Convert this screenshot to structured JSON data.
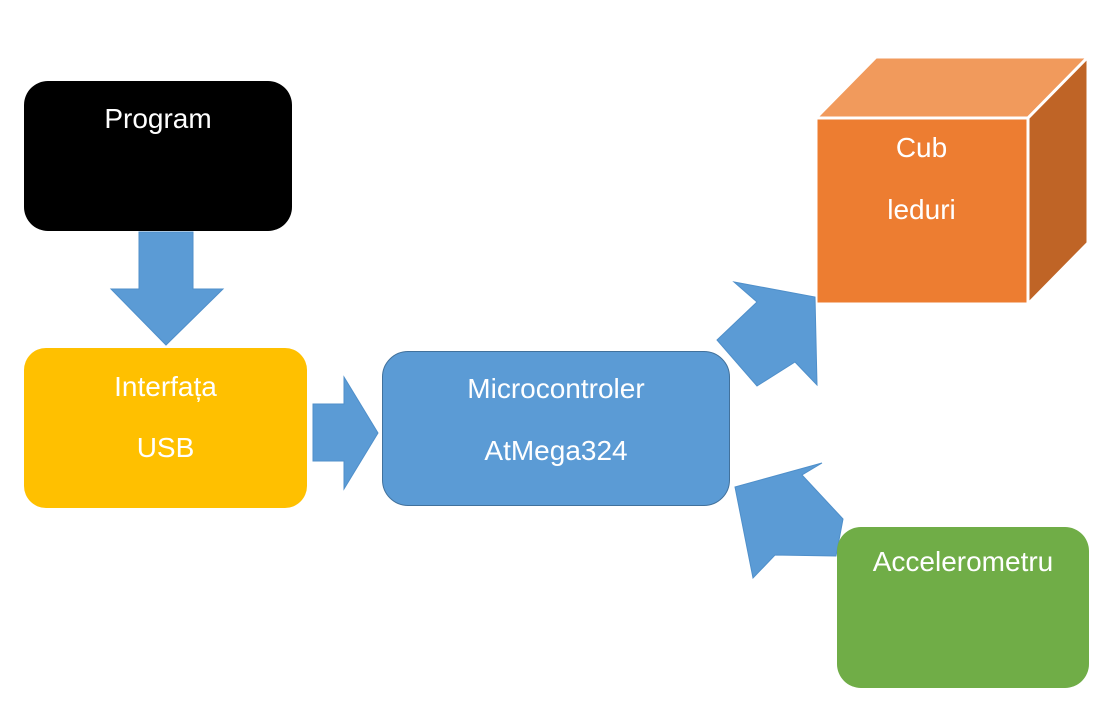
{
  "colors": {
    "program": "#000000",
    "usb": "#ffc000",
    "micro": "#5b9bd5",
    "accel": "#70ad47",
    "cube_front": "#ed7d31",
    "cube_top": "#f19a5c",
    "cube_side": "#bf6426",
    "arrow": "#5b9bd5",
    "text": "#ffffff"
  },
  "blocks": {
    "program": {
      "line1": "Program"
    },
    "usb": {
      "line1": "Interfața",
      "line2": "USB"
    },
    "micro": {
      "line1": "Microcontroler",
      "line2": "AtMega324"
    },
    "cube": {
      "line1": "Cub",
      "line2": "leduri"
    },
    "accel": {
      "line1": "Accelerometru"
    }
  }
}
